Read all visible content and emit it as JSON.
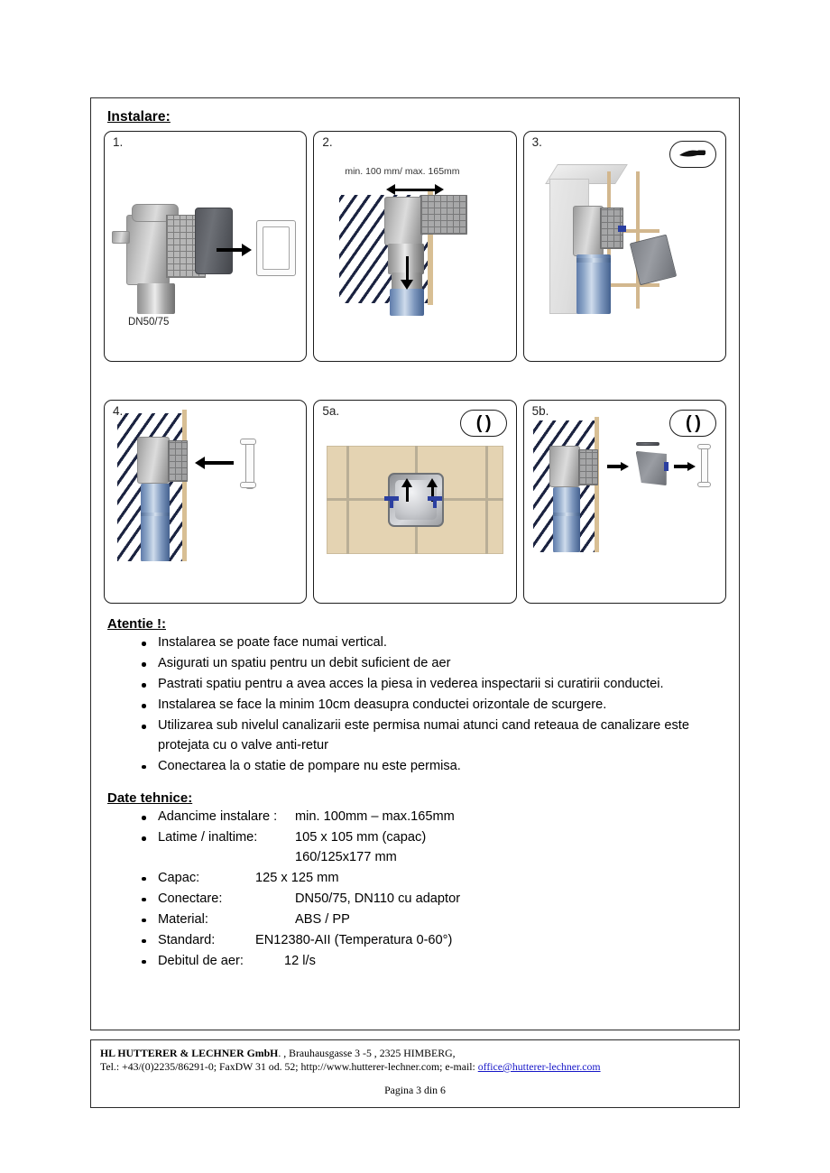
{
  "document": {
    "install_heading": "Instalare:",
    "warning_heading": "Atentie !:",
    "tech_heading": "Date tehnice:"
  },
  "panels": {
    "row1": [
      {
        "label": "1.",
        "part_label": "DN50/75",
        "badge_icon": "",
        "dim_label": ""
      },
      {
        "label": "2.",
        "part_label": "",
        "badge_icon": "",
        "dim_label": "min. 100 mm/ max. 165mm"
      },
      {
        "label": "3.",
        "part_label": "",
        "badge_icon": "knife-icon",
        "dim_label": ""
      }
    ],
    "row2": [
      {
        "label": "4.",
        "part_label": "",
        "badge_icon": "",
        "dim_label": ""
      },
      {
        "label": "5a.",
        "part_label": "",
        "badge_icon": "grip-rotate-icon",
        "badge_glyph": "( )",
        "dim_label": ""
      },
      {
        "label": "5b.",
        "part_label": "",
        "badge_icon": "grip-rotate-icon",
        "badge_glyph": "( )",
        "dim_label": ""
      }
    ]
  },
  "warnings": [
    "Instalarea se poate face numai vertical.",
    "Asigurati un spatiu pentru un debit suficient de aer",
    "Pastrati spatiu pentru a avea acces la piesa in vederea inspectarii si curatirii conductei.",
    "Instalarea se face la minim 10cm deasupra conductei orizontale de scurgere.",
    "Utilizarea sub nivelul canalizarii este permisa numai atunci cand reteaua de canalizare este protejata cu o valve anti-retur",
    "Conectarea la o statie de pompare nu este permisa."
  ],
  "specs": [
    {
      "key": "Adancime instalare :",
      "value": "min. 100mm  –  max.165mm",
      "value2": ""
    },
    {
      "key": "Latime / inaltime:",
      "value": "105 x 105 mm (capac)",
      "value2": "160/125x177 mm"
    },
    {
      "key": "Capac:",
      "value": "125 x 125 mm",
      "value2": ""
    },
    {
      "key": "Conectare:",
      "value": "DN50/75,  DN110 cu adaptor",
      "value2": ""
    },
    {
      "key": "Material:",
      "value": "ABS / PP",
      "value2": ""
    },
    {
      "key": "Standard:",
      "value": "EN12380-AII (Temperatura 0-60°)",
      "value2": ""
    },
    {
      "key": "Debitul de aer:",
      "value": "12 l/s",
      "value2": ""
    }
  ],
  "footer": {
    "company": "HL HUTTERER & LECHNER GmbH",
    "address": ". , Brauhausgasse 3 -5 , 2325 HIMBERG,",
    "contact": "Tel.:  +43/(0)2235/86291-0;   FaxDW  31 od. 52;   http://www.hutterer-lechner.com;  e-mail: ",
    "email": "office@hutterer-lechner.com",
    "page": "Pagina 3 din 6"
  },
  "colors": {
    "tile": "#e4d3b2",
    "pipe_blue": "#5f7cab",
    "link_blue": "#1616c8",
    "accent_clip": "#2b3fa0"
  }
}
